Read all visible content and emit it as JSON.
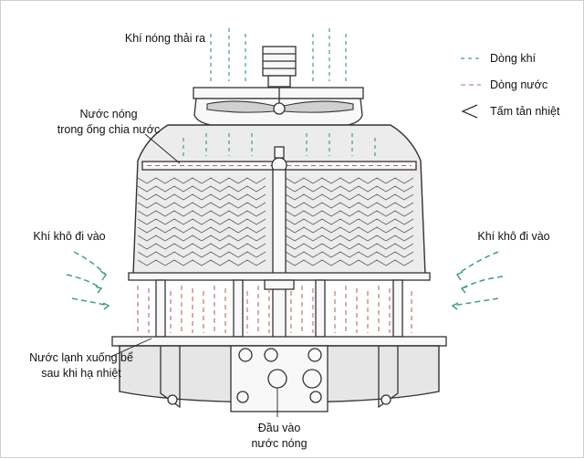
{
  "labels": {
    "hot_air_out": "Khí nóng thải ra",
    "hot_water_pipe_line1": "Nước nóng",
    "hot_water_pipe_line2": "trong ống chia nước",
    "dry_air_in_left": "Khí khô đi vào",
    "dry_air_in_right": "Khí khô đi vào",
    "cold_water_line1": "Nước lạnh xuống bể",
    "cold_water_line2": "sau khi hạ nhiệt",
    "hot_water_inlet_line1": "Đầu vào",
    "hot_water_inlet_line2": "nước nóng"
  },
  "legend": {
    "air_flow": "Dòng khí",
    "water_flow": "Dòng nước",
    "fill_plate": "Tấm tản nhiệt"
  },
  "colors": {
    "air": "#3fa27a",
    "water": "#c0685c",
    "outline": "#333333"
  }
}
